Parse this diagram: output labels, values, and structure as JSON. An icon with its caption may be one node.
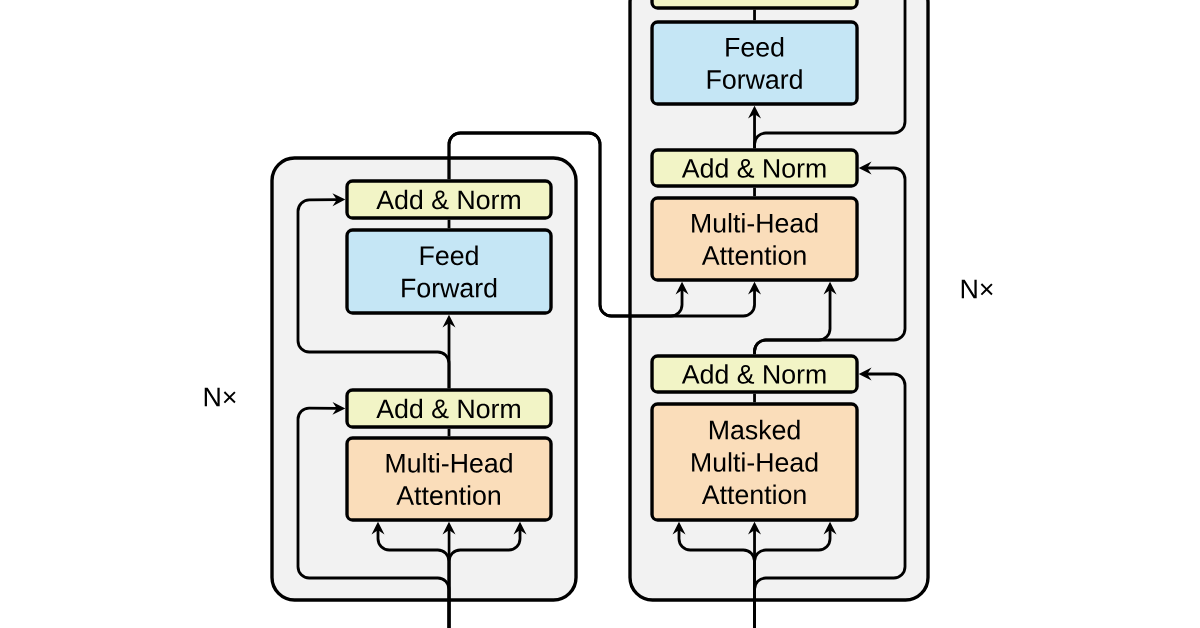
{
  "diagram": {
    "nodes": [
      {
        "text": [],
        "shape": "box",
        "beside": [
          "N×"
        ]
      },
      {
        "text": [
          "Add & Norm"
        ],
        "in": 0
      },
      {
        "text": [
          "Feed Forward"
        ],
        "in": 0
      },
      {
        "text": [
          "Add & Norm"
        ],
        "in": 0
      },
      {
        "text": [
          "Multi-Head Attention"
        ],
        "in": 0
      },
      {
        "text": [],
        "shape": "box",
        "beside": [
          "N×"
        ]
      },
      {
        "text": [],
        "shape": "box",
        "in": 5
      },
      {
        "text": [
          "Feed Forward"
        ],
        "in": 5
      },
      {
        "text": [
          "Add & Norm"
        ],
        "in": 5
      },
      {
        "text": [
          "Multi-Head Attention"
        ],
        "in": 5
      },
      {
        "text": [
          "Add & Norm"
        ],
        "in": 5
      },
      {
        "text": [
          "Masked Multi-Head Attention"
        ],
        "in": 5
      }
    ],
    "edges": [
      {
        "from": 4,
        "to": 3,
        "arrow": "none"
      },
      {
        "from": 3,
        "to": 2,
        "arrow": "to"
      },
      {
        "from": 2,
        "to": 1,
        "arrow": "none"
      },
      {
        "from": 3,
        "to": 1,
        "arrow": "to"
      },
      {
        "from": null,
        "to": 4,
        "arrow": "to"
      },
      {
        "from": null,
        "to": 4,
        "arrow": "to"
      },
      {
        "from": null,
        "to": 4,
        "arrow": "to"
      },
      {
        "from": null,
        "to": 3,
        "arrow": "to"
      },
      {
        "from": 1,
        "to": 9,
        "arrow": "to"
      },
      {
        "from": 1,
        "to": 9,
        "arrow": "to"
      },
      {
        "from": 11,
        "to": 10,
        "arrow": "none"
      },
      {
        "from": 10,
        "to": 9,
        "arrow": "to"
      },
      {
        "from": 10,
        "to": 8,
        "arrow": "to"
      },
      {
        "from": 9,
        "to": 8,
        "arrow": "none"
      },
      {
        "from": 8,
        "to": 7,
        "arrow": "to"
      },
      {
        "from": 8,
        "to": 6,
        "arrow": "none"
      },
      {
        "from": 7,
        "to": 6,
        "arrow": "none"
      },
      {
        "from": null,
        "to": 11,
        "arrow": "to"
      },
      {
        "from": null,
        "to": 11,
        "arrow": "to"
      },
      {
        "from": null,
        "to": 11,
        "arrow": "to"
      },
      {
        "from": null,
        "to": 10,
        "arrow": "to"
      }
    ]
  }
}
